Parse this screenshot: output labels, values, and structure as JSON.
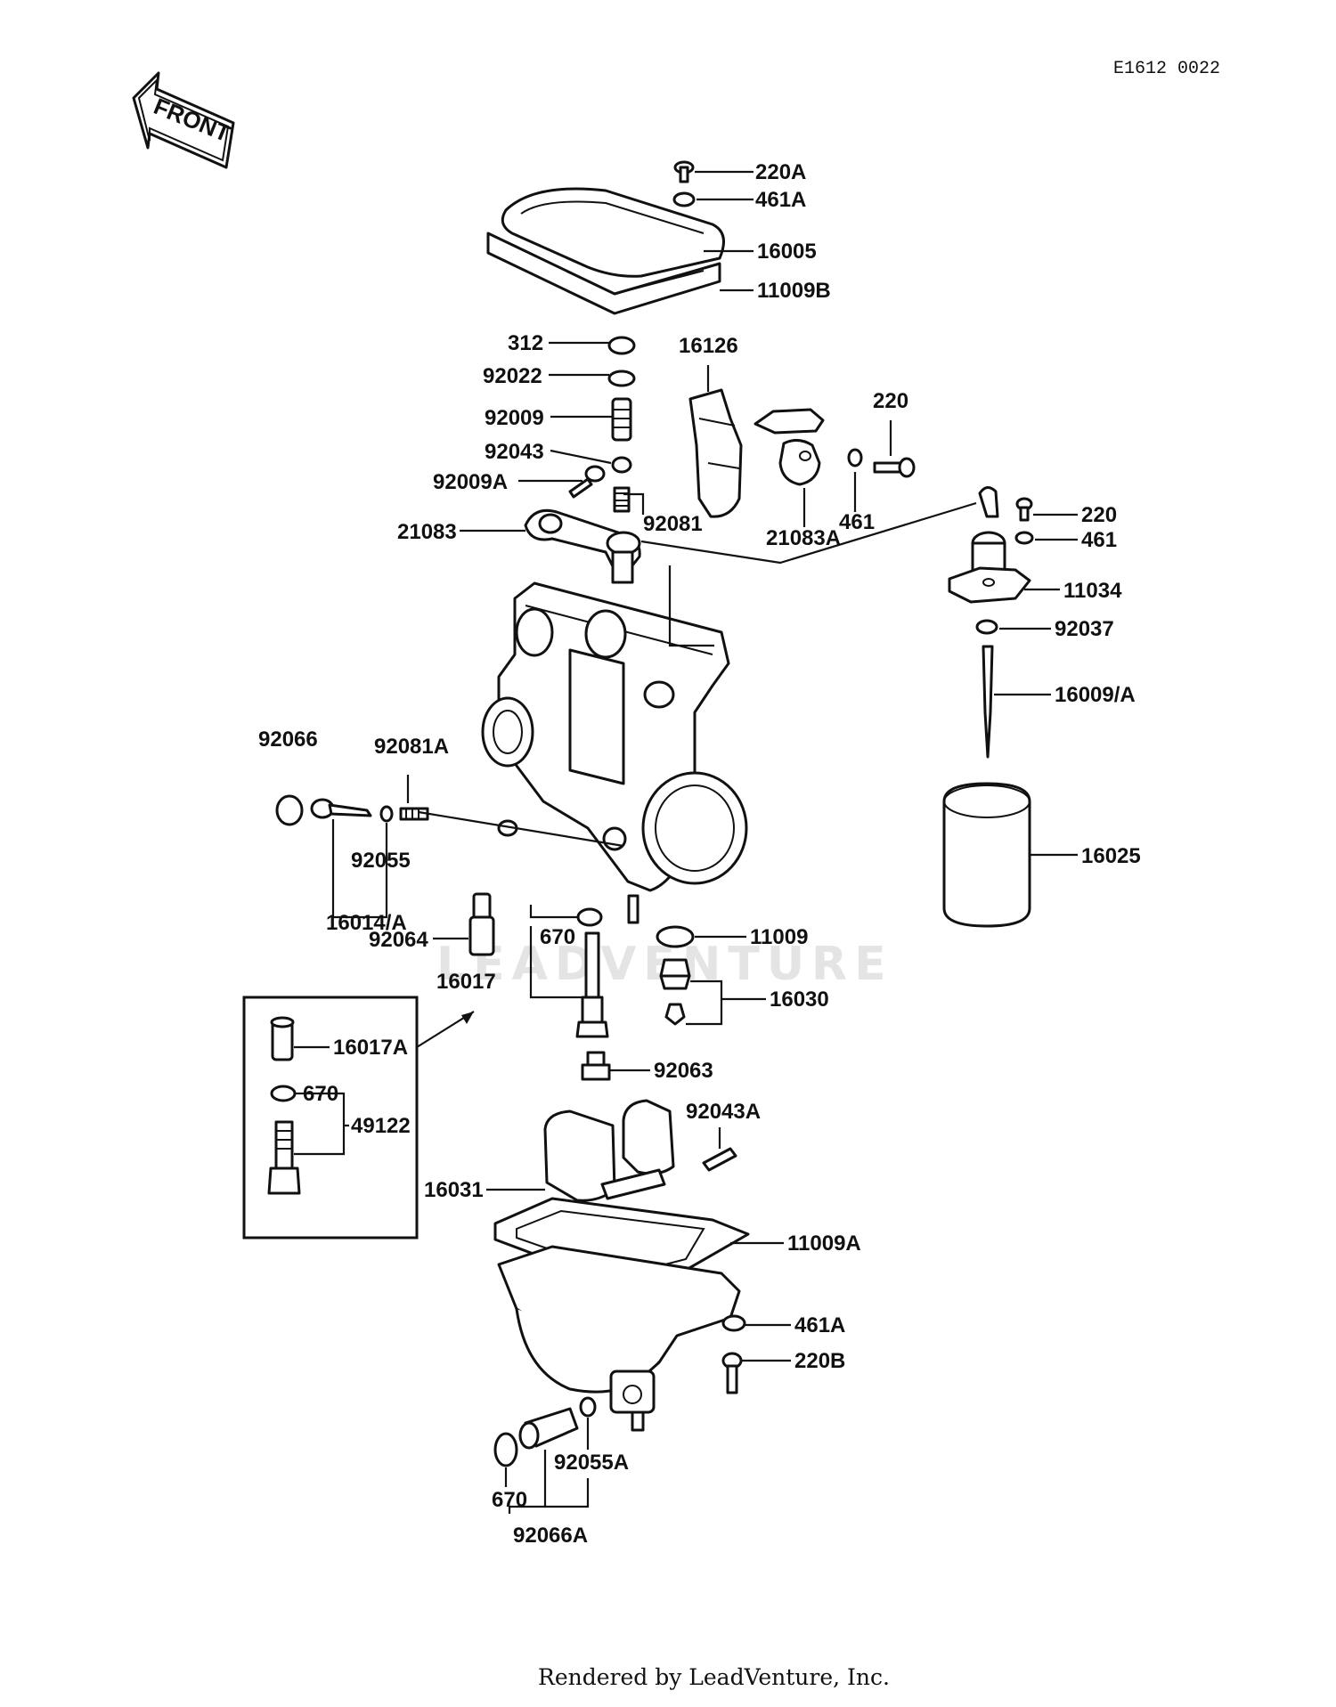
{
  "diagram_code": "E1612 0022",
  "front_label": "FRONT",
  "watermark": "LEADVENTURE",
  "footer": "Rendered by LeadVenture, Inc.",
  "labels": [
    {
      "id": "220a",
      "text": "220A"
    },
    {
      "id": "461a-top",
      "text": "461A"
    },
    {
      "id": "16005",
      "text": "16005"
    },
    {
      "id": "11009b",
      "text": "11009B"
    },
    {
      "id": "312",
      "text": "312"
    },
    {
      "id": "92022",
      "text": "92022"
    },
    {
      "id": "16126",
      "text": "16126"
    },
    {
      "id": "92009",
      "text": "92009"
    },
    {
      "id": "220-upper",
      "text": "220"
    },
    {
      "id": "92043",
      "text": "92043"
    },
    {
      "id": "92009a",
      "text": "92009A"
    },
    {
      "id": "92081",
      "text": "92081"
    },
    {
      "id": "461-mid",
      "text": "461"
    },
    {
      "id": "21083a",
      "text": "21083A"
    },
    {
      "id": "220-right",
      "text": "220"
    },
    {
      "id": "21083",
      "text": "21083"
    },
    {
      "id": "461-right",
      "text": "461"
    },
    {
      "id": "11034",
      "text": "11034"
    },
    {
      "id": "92037",
      "text": "92037"
    },
    {
      "id": "16009a",
      "text": "16009/A"
    },
    {
      "id": "92066",
      "text": "92066"
    },
    {
      "id": "92081a",
      "text": "92081A"
    },
    {
      "id": "16025",
      "text": "16025"
    },
    {
      "id": "92055",
      "text": "92055"
    },
    {
      "id": "16014a",
      "text": "16014/A"
    },
    {
      "id": "670-mid",
      "text": "670"
    },
    {
      "id": "92064",
      "text": "92064"
    },
    {
      "id": "11009",
      "text": "11009"
    },
    {
      "id": "16017",
      "text": "16017"
    },
    {
      "id": "16030",
      "text": "16030"
    },
    {
      "id": "16017a",
      "text": "16017A"
    },
    {
      "id": "92063",
      "text": "92063"
    },
    {
      "id": "670-box",
      "text": "670"
    },
    {
      "id": "49122",
      "text": "49122"
    },
    {
      "id": "92043a",
      "text": "92043A"
    },
    {
      "id": "16031",
      "text": "16031"
    },
    {
      "id": "11009a",
      "text": "11009A"
    },
    {
      "id": "461a-bottom",
      "text": "461A"
    },
    {
      "id": "220b",
      "text": "220B"
    },
    {
      "id": "92055a",
      "text": "92055A"
    },
    {
      "id": "670-bottom",
      "text": "670"
    },
    {
      "id": "92066a",
      "text": "92066A"
    }
  ]
}
